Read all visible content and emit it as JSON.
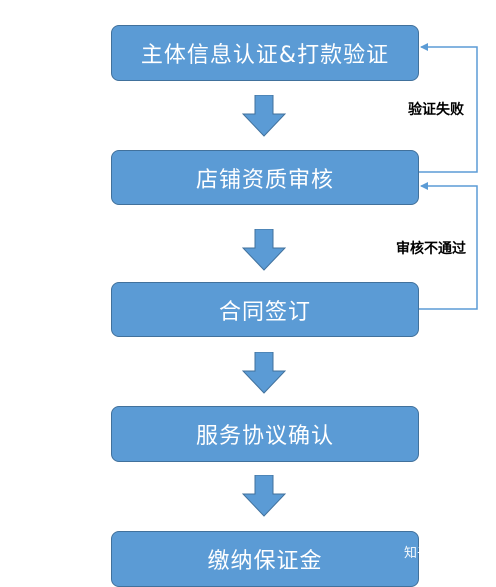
{
  "steps": [
    {
      "label": "主体信息认证&打款验证"
    },
    {
      "label": "店铺资质审核"
    },
    {
      "label": "合同签订"
    },
    {
      "label": "服务协议确认"
    },
    {
      "label": "缴纳保证金"
    }
  ],
  "feedback": [
    {
      "label": "验证失败"
    },
    {
      "label": "审核不通过"
    }
  ],
  "watermark": "知乎 @海鸥",
  "colors": {
    "box_fill": "#5b9bd5",
    "box_border": "#41719c",
    "feedback_line": "#5b9bd5"
  }
}
